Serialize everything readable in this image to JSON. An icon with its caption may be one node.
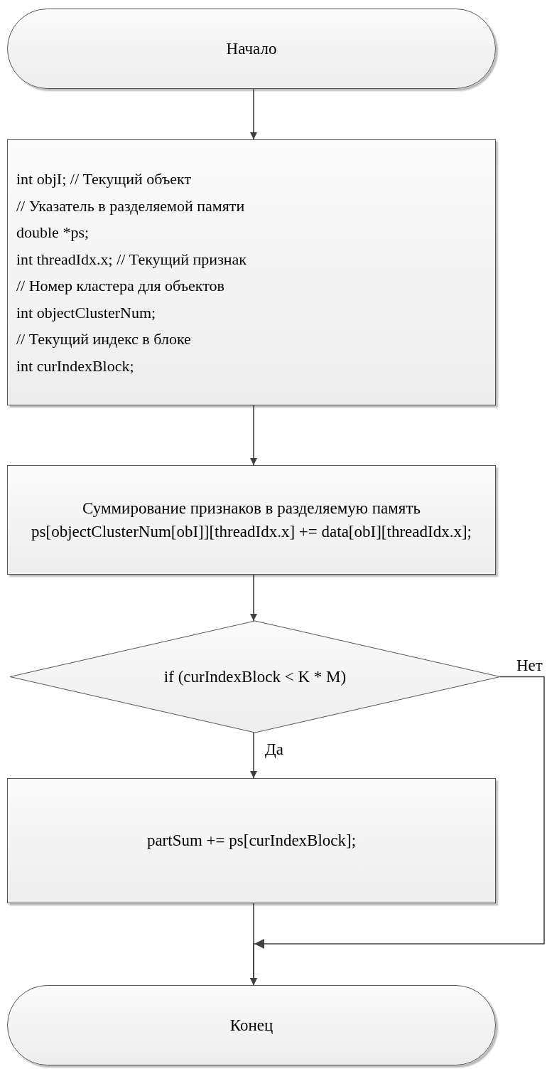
{
  "diagram": {
    "nodes": [
      {
        "text": [
          "Начало"
        ]
      },
      {
        "text": [
          "int objI; // Текущий объект",
          "// Указатель в разделяемой памяти",
          "double *ps;",
          "int threadIdx.x; // Текущий признак",
          "// Номер кластера для объектов",
          "int objectClusterNum;",
          "// Текущий индекс в блоке",
          "int curIndexBlock;"
        ]
      },
      {
        "text": [
          "Суммирование признаков в разделяемую память",
          "ps[objectClusterNum[obI]][threadIdx.x] += data[obI][threadIdx.x];"
        ]
      },
      {
        "text": [
          "if (curIndexBlock < K * M)"
        ]
      },
      {
        "text": [
          "partSum += ps[curIndexBlock];"
        ]
      },
      {
        "text": [
          "Конец"
        ]
      }
    ],
    "edges": [
      {
        "from": 0,
        "to": 1,
        "arrow": "to"
      },
      {
        "from": 1,
        "to": 2,
        "arrow": "to"
      },
      {
        "from": 2,
        "to": 3,
        "arrow": "to"
      },
      {
        "from": 3,
        "to": 4,
        "arrow": "to",
        "label": "Да"
      },
      {
        "from": 3,
        "to": 5,
        "arrow": "to",
        "label": "Нет"
      },
      {
        "from": 4,
        "to": 5,
        "arrow": "to"
      }
    ]
  }
}
